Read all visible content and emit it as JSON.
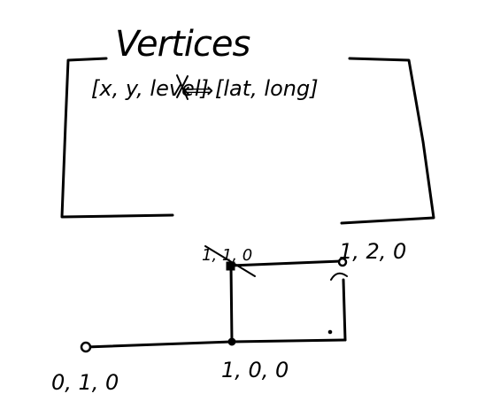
{
  "diagram": {
    "title": "Vertices",
    "mapping": {
      "left": "[x, y, level]",
      "arrow": "⟺",
      "right": "[lat, long]"
    },
    "nodes": [
      {
        "id": "origin",
        "label": "0, 1, 0"
      },
      {
        "id": "bottom-middle",
        "label": "1, 0, 0"
      },
      {
        "id": "top-left",
        "label": "1, 1, 0"
      },
      {
        "id": "top-right",
        "label": "1, 2, 0"
      }
    ]
  }
}
